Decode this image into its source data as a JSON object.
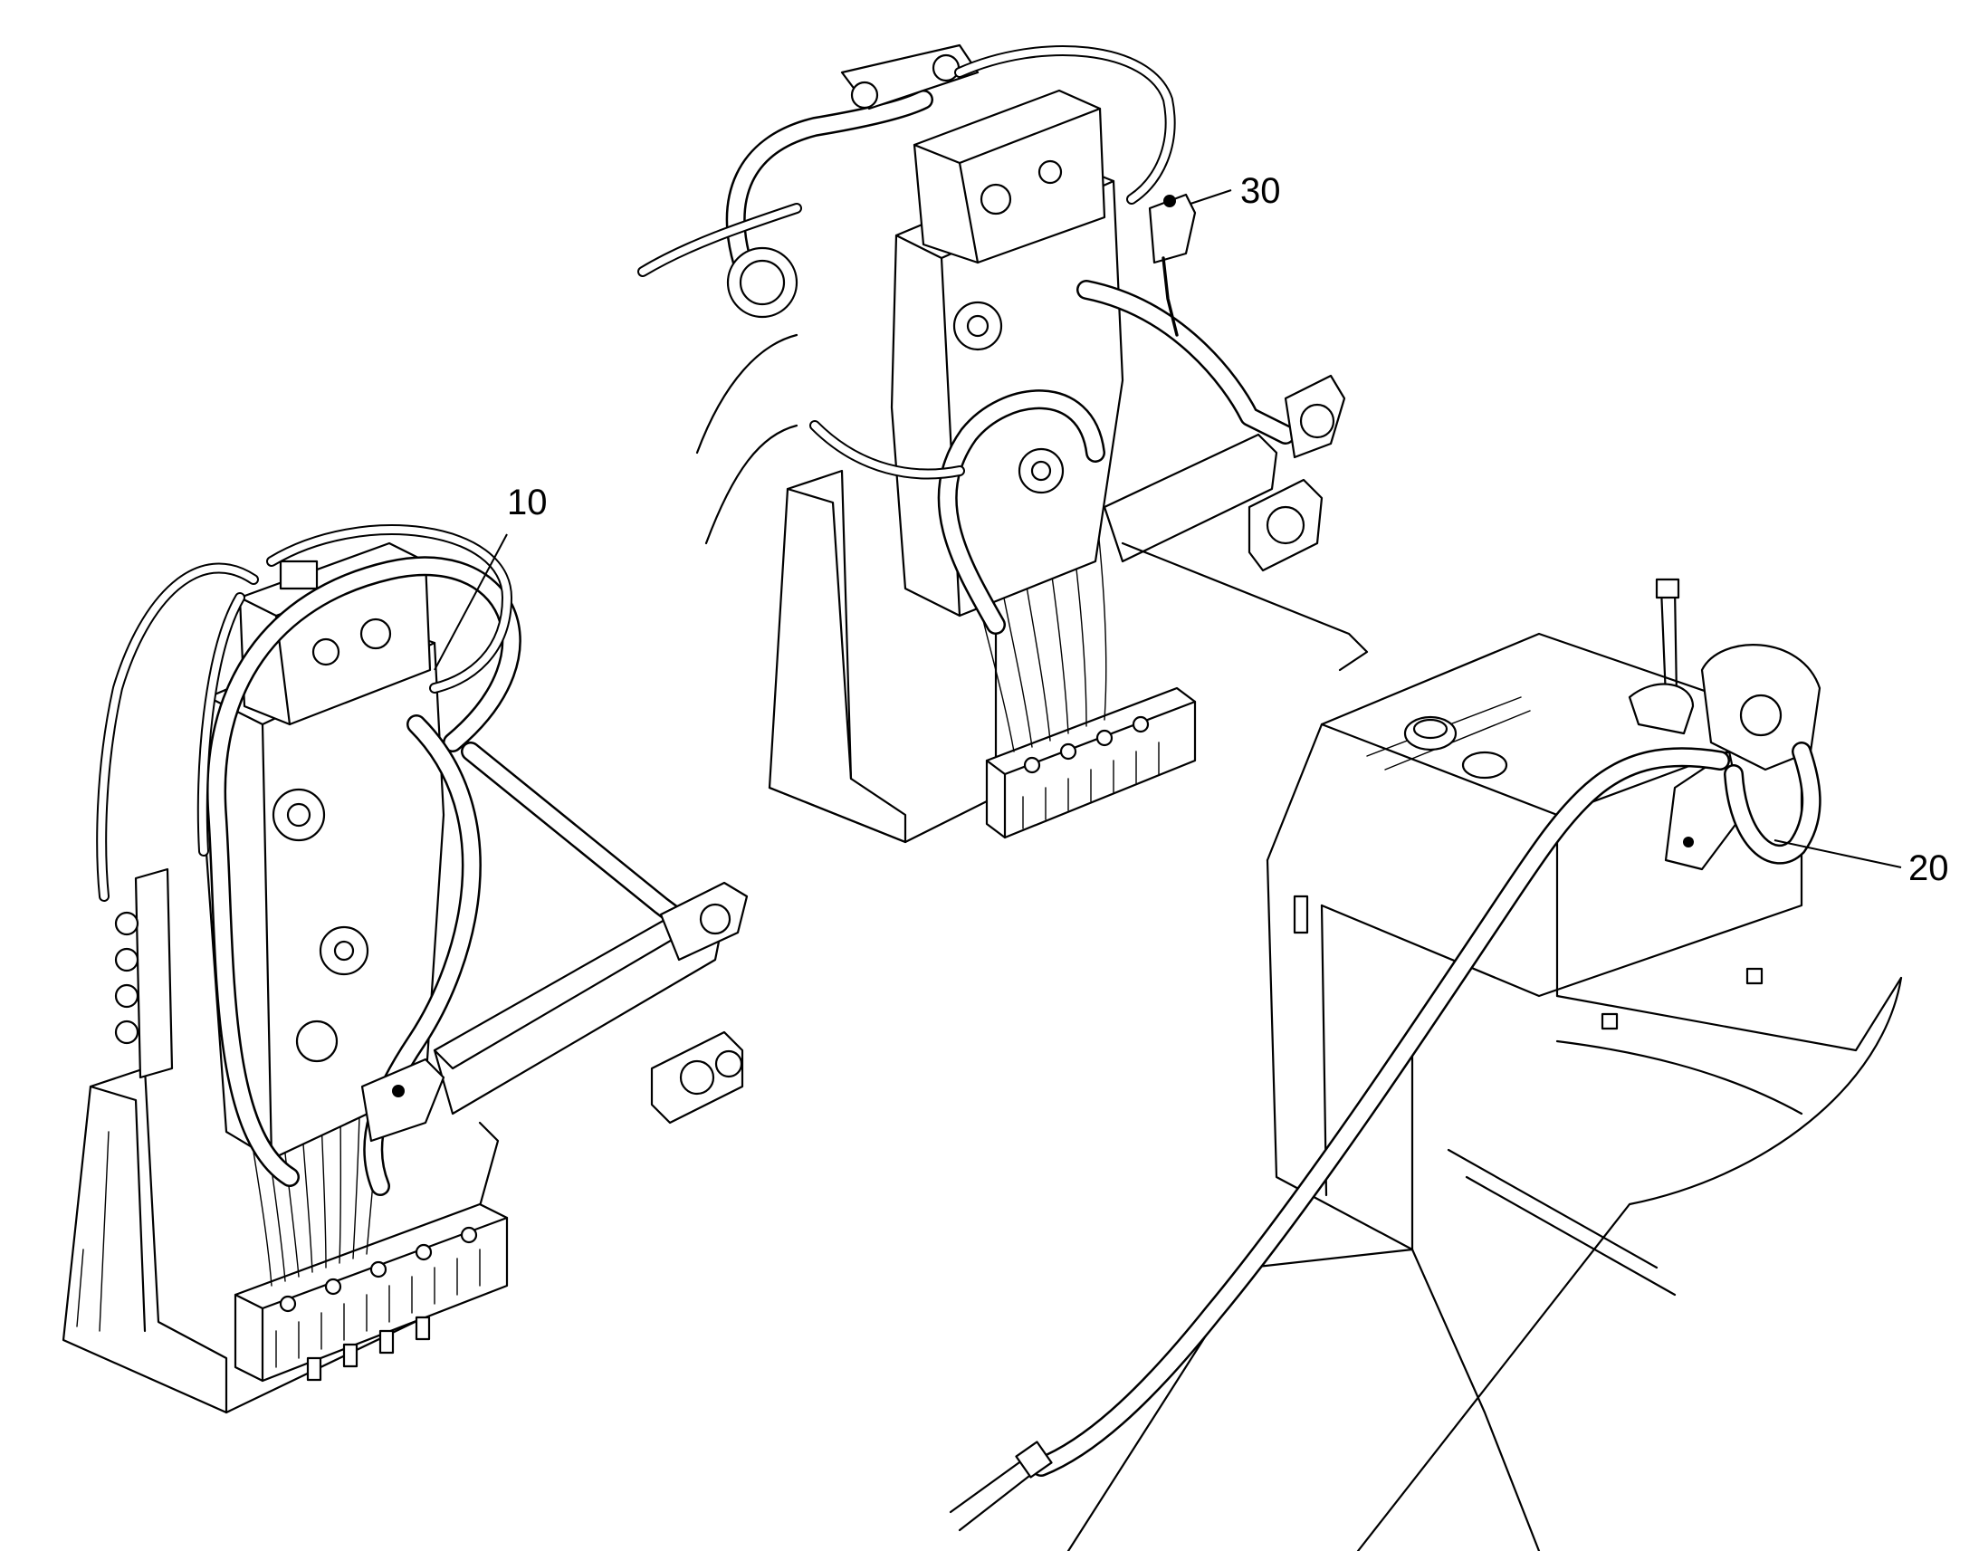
{
  "callouts": [
    {
      "id": "10",
      "label": "10"
    },
    {
      "id": "20",
      "label": "20"
    },
    {
      "id": "30",
      "label": "30"
    }
  ]
}
